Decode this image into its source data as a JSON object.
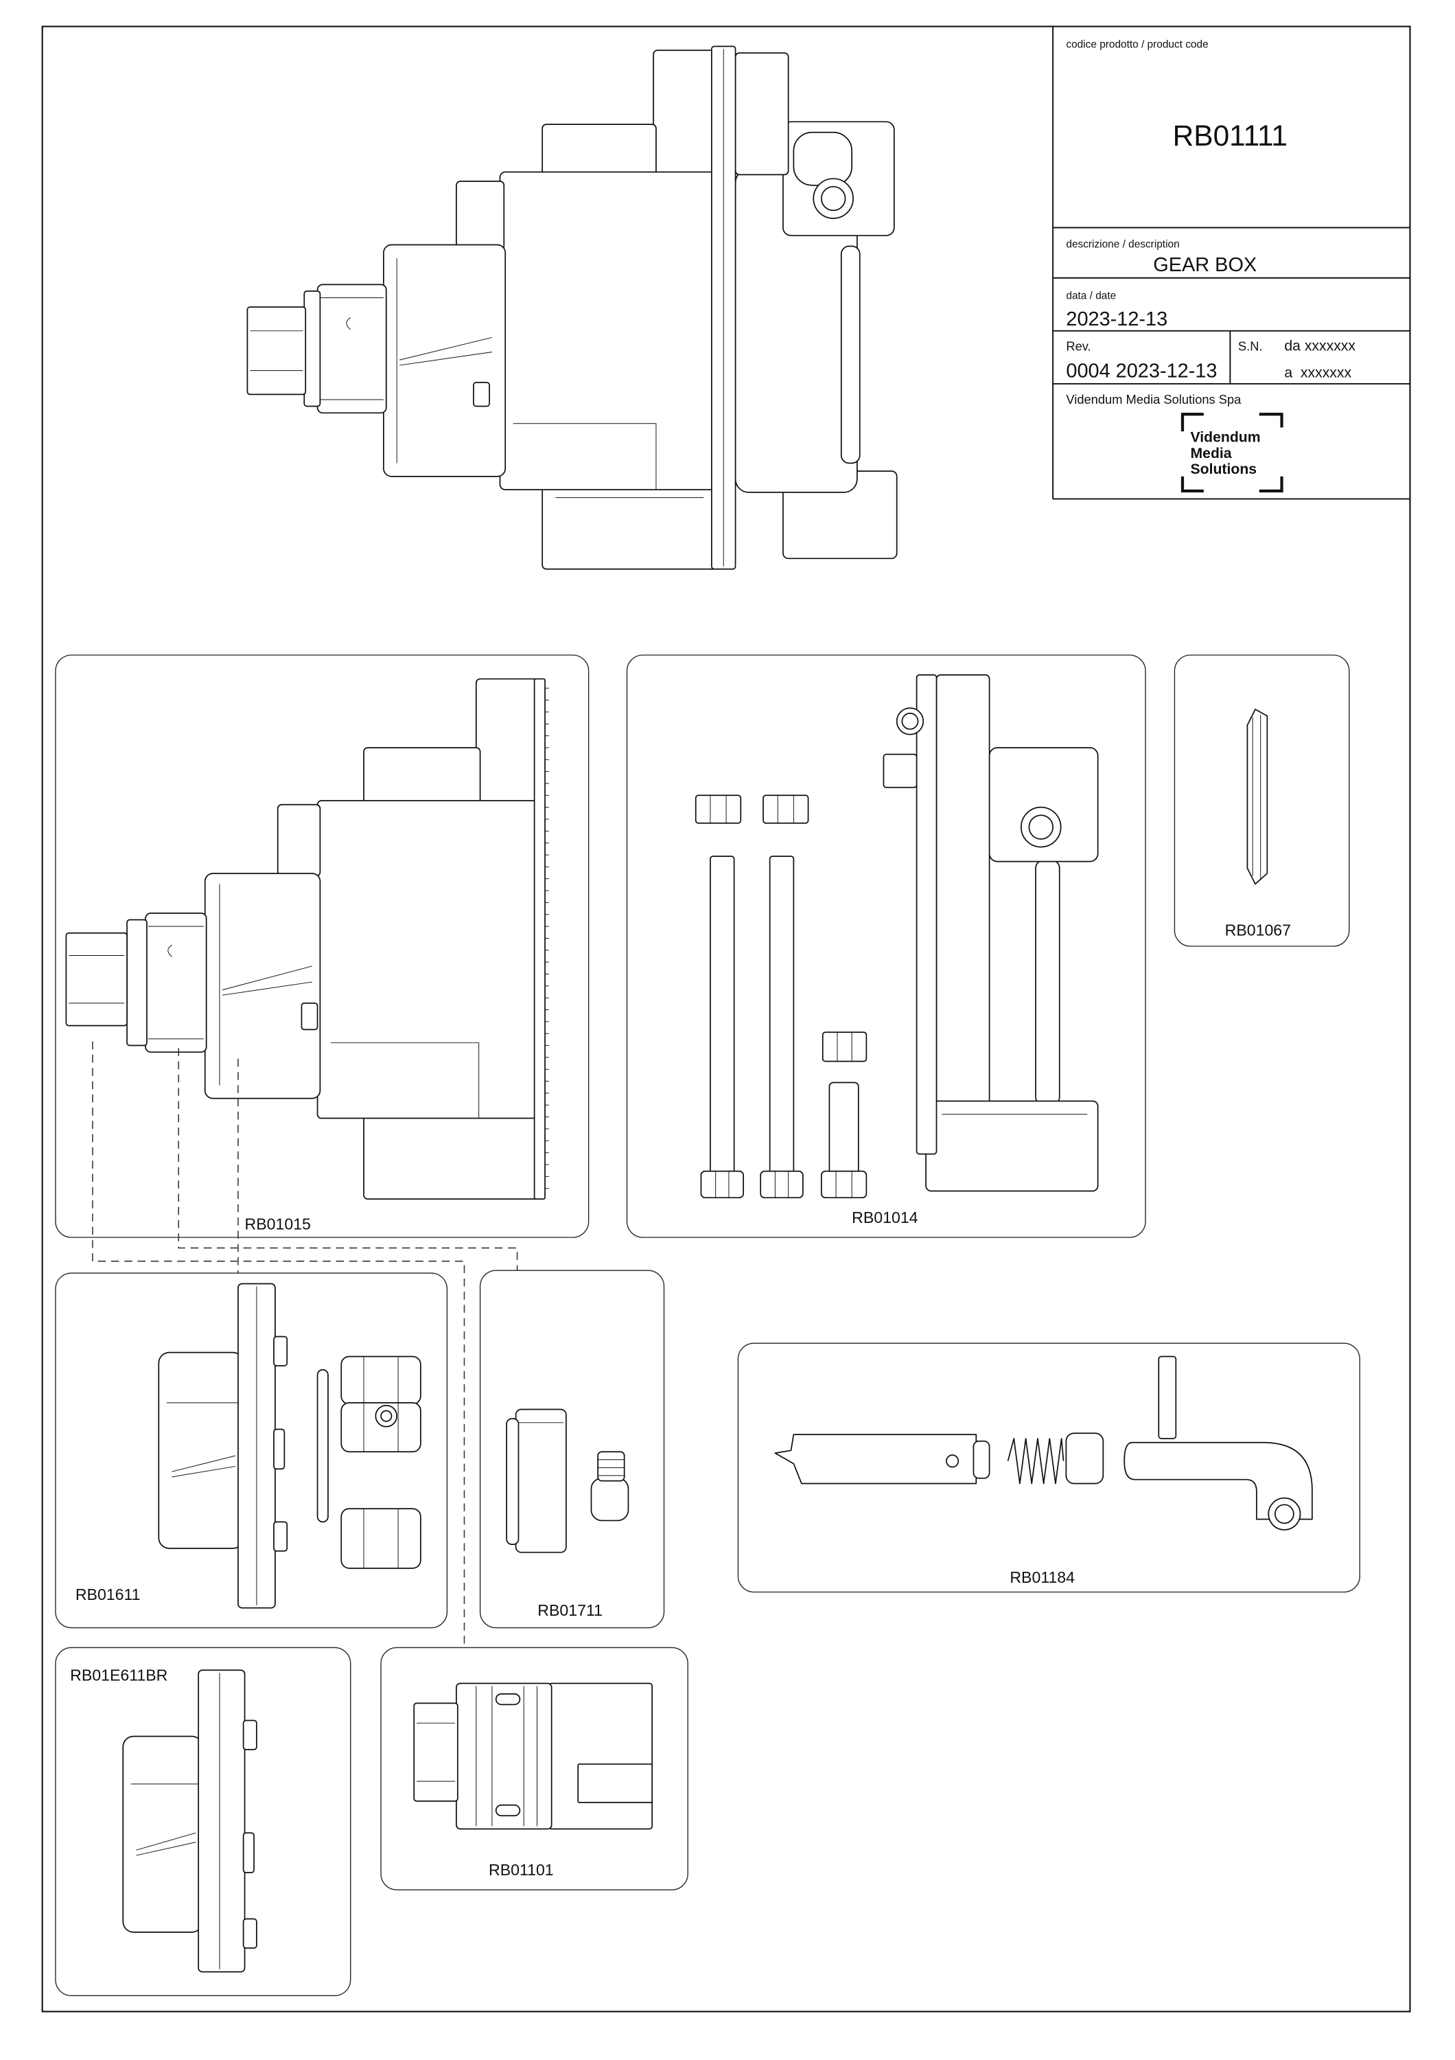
{
  "title_block": {
    "product_code_label": "codice prodotto / product code",
    "product_code": "RB01111",
    "description_label": "descrizione / description",
    "description": "GEAR BOX",
    "date_label": "data / date",
    "date": "2023-12-13",
    "rev_label": "Rev.",
    "rev": "0004 2023-12-13",
    "sn_label": "S.N.",
    "sn_from": "da xxxxxxx",
    "sn_to": "a  xxxxxxx",
    "company": "Videndum Media Solutions Spa",
    "logo_lines": [
      "Videndum",
      "Media",
      "Solutions"
    ]
  },
  "parts": [
    {
      "code": "RB01015"
    },
    {
      "code": "RB01014"
    },
    {
      "code": "RB01067"
    },
    {
      "code": "RB01611"
    },
    {
      "code": "RB01711"
    },
    {
      "code": "RB01184"
    },
    {
      "code": "RB01E611BR"
    },
    {
      "code": "RB01101"
    }
  ]
}
